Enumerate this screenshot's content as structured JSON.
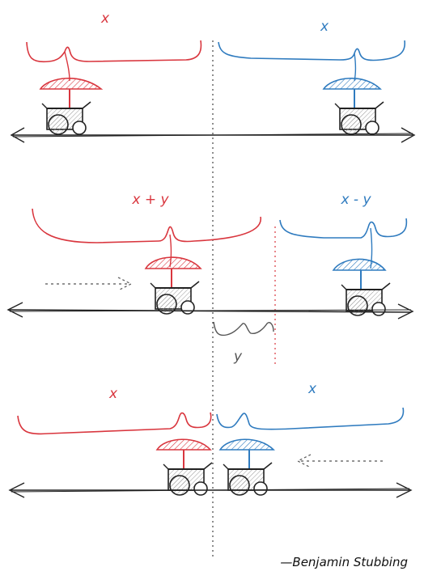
{
  "panels": [
    {
      "left_label": "x",
      "right_label": "x"
    },
    {
      "left_label": "x + y",
      "right_label": "x - y",
      "gap_label": "y"
    },
    {
      "left_label": "x",
      "right_label": "x"
    }
  ],
  "credit": "—Benjamin Stubbing",
  "colors": {
    "left_cart": "#d9363e",
    "right_cart": "#2f7bbf",
    "ink": "#222222"
  }
}
